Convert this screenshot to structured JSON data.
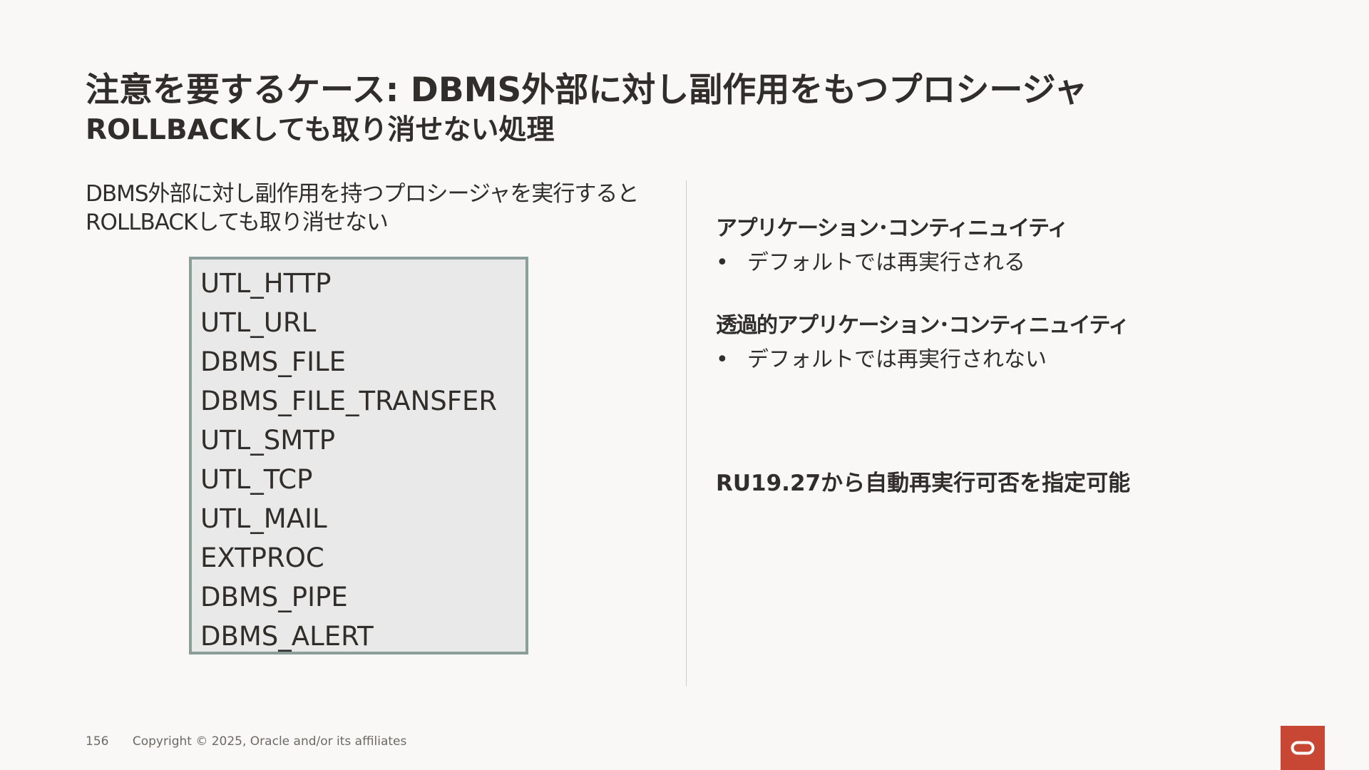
{
  "slide": {
    "title": "注意を要するケース: DBMS外部に対し副作用をもつプロシージャ",
    "subtitle": "ROLLBACKしても取り消せない処理"
  },
  "left": {
    "intro_line1": "DBMS外部に対し副作用を持つプロシージャを実行すると",
    "intro_line2": "ROLLBACKしても取り消せない",
    "packages": [
      "UTL_HTTP",
      "UTL_URL",
      "DBMS_FILE",
      "DBMS_FILE_TRANSFER",
      "UTL_SMTP",
      "UTL_TCP",
      "UTL_MAIL",
      "EXTPROC",
      "DBMS_PIPE",
      "DBMS_ALERT"
    ]
  },
  "right": {
    "sections": [
      {
        "heading": "アプリケーション･コンティニュイティ",
        "bullet": "デフォルトでは再実行される"
      },
      {
        "heading": "透過的アプリケーション･コンティニュイティ",
        "bullet": "デフォルトでは再実行されない"
      }
    ],
    "bullet_glyph": "•",
    "note": "RU19.27から自動再実行可否を指定可能"
  },
  "footer": {
    "page_number": "156",
    "copyright": "Copyright © 2025, Oracle and/or its affiliates"
  },
  "colors": {
    "background": "#f9f8f6",
    "text": "#312d2a",
    "box_fill": "#e8e9e8",
    "box_border": "#8c9e9a",
    "logo": "#c74634"
  },
  "icons": {
    "logo": "oracle-logo-icon"
  }
}
